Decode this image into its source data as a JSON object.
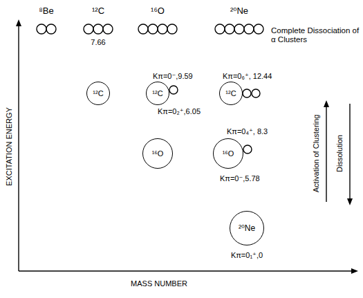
{
  "diagram": {
    "nodes": [
      {
        "text": [
          "¹²C"
        ]
      },
      {
        "text": [
          "¹²C"
        ]
      },
      {
        "text": [
          "¹²C"
        ]
      },
      {
        "text": [
          "¹⁶O"
        ]
      },
      {
        "text": [
          "¹⁶O"
        ]
      },
      {
        "text": [
          "²⁰Ne"
        ]
      }
    ],
    "labels": [
      "⁸Be",
      "¹²C",
      "¹⁶O",
      "²⁰Ne",
      "Complete Dissociation of α Clusters",
      "7.66",
      "Kπ=0⁻,9.59",
      "Kπ=0₆⁺, 12.44",
      "Kπ=0₂⁺,6.05",
      "Kπ=0₄⁺, 8.3",
      "Kπ=0⁻,5.78",
      "Kπ=0₁⁺,0",
      "EXCITATION ENERGY",
      "MASS NUMBER",
      "Activation of Clustering",
      "Dissolution"
    ]
  }
}
